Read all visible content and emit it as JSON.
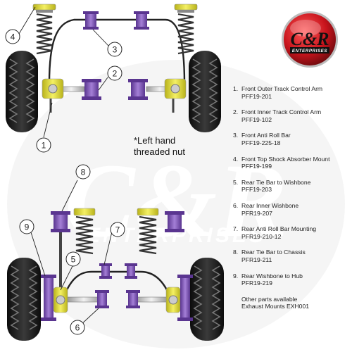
{
  "logo": {
    "text": "C&R",
    "subtext": "ENTERPRISES"
  },
  "watermark": {
    "text": "C&R",
    "subtext": "ENTERPRISES"
  },
  "note": {
    "line1": "*Left hand",
    "line2": "threaded nut"
  },
  "callouts": [
    "1",
    "2",
    "3",
    "4",
    "5",
    "6",
    "7",
    "8",
    "9"
  ],
  "legend": [
    {
      "num": "1.",
      "name": "Front Outer Track Control Arm",
      "code": "PFF19-201"
    },
    {
      "num": "2.",
      "name": "Front Inner Track Control Arm",
      "code": "PFF19-102"
    },
    {
      "num": "3.",
      "name": "Front Anti Roll Bar",
      "code": "PFF19-225-18"
    },
    {
      "num": "4.",
      "name": "Front Top Shock Absorber Mount",
      "code": "PFF19-199"
    },
    {
      "num": "5.",
      "name": "Rear Tie Bar to Wishbone",
      "code": "PFF19-203"
    },
    {
      "num": "6.",
      "name": "Rear Inner Wishbone",
      "code": "PFR19-207"
    },
    {
      "num": "7.",
      "name": "Rear Anti Roll Bar Mounting",
      "code": "PFR19-210-12"
    },
    {
      "num": "8.",
      "name": "Rear Tie Bar to Chassis",
      "code": "PFR19-211"
    },
    {
      "num": "9.",
      "name": "Rear Wishbone to Hub",
      "code": "PFR19-219"
    }
  ],
  "other_parts": {
    "line1": "Other parts available",
    "line2": "Exhaust Mounts EXH001"
  },
  "colors": {
    "purple": "#7b4fb3",
    "purple_light": "#b59ad8",
    "yellow": "#e8e23a",
    "tyre": "#1c1c1c",
    "logo_red": "#c8141c"
  }
}
